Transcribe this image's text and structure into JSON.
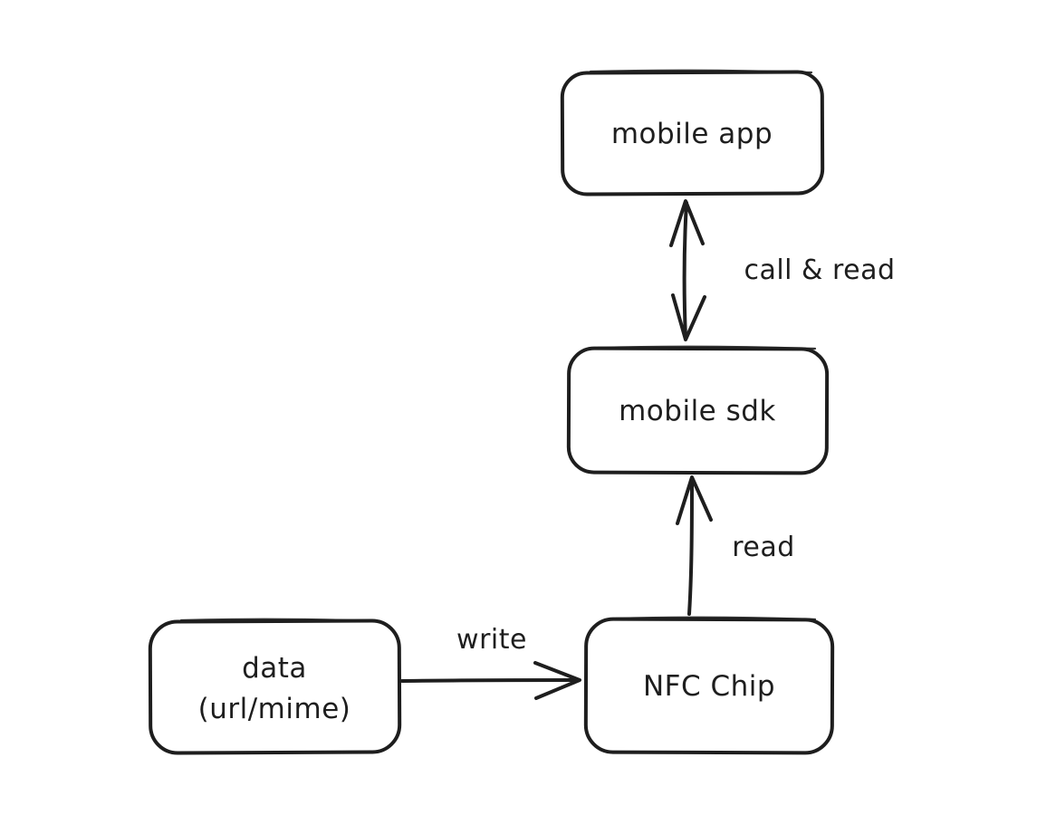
{
  "diagram": {
    "type": "flow-diagram",
    "style": "hand-drawn",
    "background_color": "#ffffff",
    "stroke_color": "#1e1e1e",
    "nodes": [
      {
        "id": "mobile-app",
        "label": "mobile app"
      },
      {
        "id": "mobile-sdk",
        "label": "mobile sdk"
      },
      {
        "id": "data",
        "lines": [
          "data",
          "(url/mime)"
        ]
      },
      {
        "id": "nfc-chip",
        "label": "NFC Chip"
      }
    ],
    "edges": [
      {
        "from": "mobile sdk",
        "to": "mobile app",
        "direction": "bidirectional",
        "label": "call & read"
      },
      {
        "from": "NFC Chip",
        "to": "mobile sdk",
        "direction": "up",
        "label": "read"
      },
      {
        "from": "data (url/mime)",
        "to": "NFC Chip",
        "direction": "right",
        "label": "write"
      }
    ]
  }
}
